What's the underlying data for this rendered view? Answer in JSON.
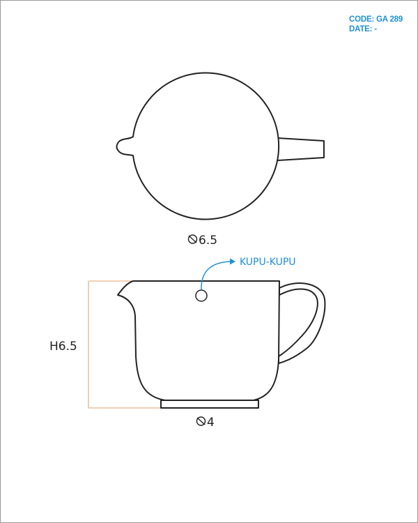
{
  "header": {
    "code_label": "CODE:",
    "code_value": "GA 289",
    "date_label": "DATE:",
    "date_value": "-"
  },
  "top_view": {
    "diameter_label": "6.5"
  },
  "side_view": {
    "height_label": "H6.5",
    "base_diameter_label": "4",
    "detail_label": "KUPU-KUPU"
  },
  "colors": {
    "accent": "#1e90d8",
    "dimension_line": "#e8b48a",
    "outline": "#222222"
  },
  "icons": [
    "diameter-symbol-icon",
    "arrow-right-icon"
  ]
}
